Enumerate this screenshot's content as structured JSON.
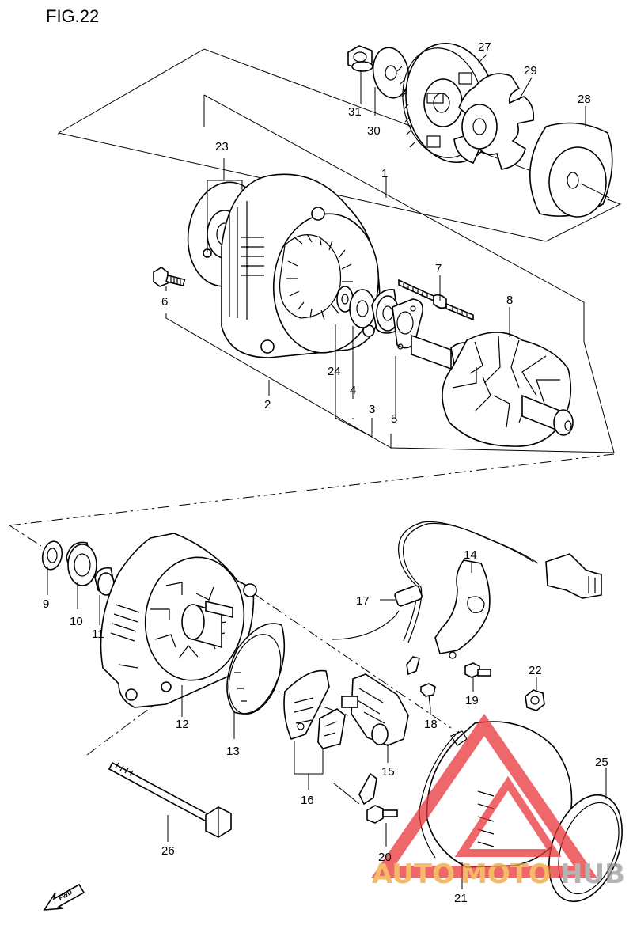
{
  "figure": {
    "title": "FIG.22"
  },
  "callouts": [
    {
      "id": "c1",
      "text": "1"
    },
    {
      "id": "c2",
      "text": "2"
    },
    {
      "id": "c3",
      "text": "3"
    },
    {
      "id": "c4",
      "text": "4"
    },
    {
      "id": "c5",
      "text": "5"
    },
    {
      "id": "c6",
      "text": "6"
    },
    {
      "id": "c7",
      "text": "7"
    },
    {
      "id": "c8",
      "text": "8"
    },
    {
      "id": "c9",
      "text": "9"
    },
    {
      "id": "c10",
      "text": "10"
    },
    {
      "id": "c11",
      "text": "11"
    },
    {
      "id": "c12",
      "text": "12"
    },
    {
      "id": "c13",
      "text": "13"
    },
    {
      "id": "c14",
      "text": "14"
    },
    {
      "id": "c15",
      "text": "15"
    },
    {
      "id": "c16",
      "text": "16"
    },
    {
      "id": "c17",
      "text": "17"
    },
    {
      "id": "c18",
      "text": "18"
    },
    {
      "id": "c19",
      "text": "19"
    },
    {
      "id": "c20",
      "text": "20"
    },
    {
      "id": "c21",
      "text": "21"
    },
    {
      "id": "c22",
      "text": "22"
    },
    {
      "id": "c23",
      "text": "23"
    },
    {
      "id": "c24",
      "text": "24"
    },
    {
      "id": "c25",
      "text": "25"
    },
    {
      "id": "c26",
      "text": "26"
    },
    {
      "id": "c27",
      "text": "27"
    },
    {
      "id": "c28",
      "text": "28"
    },
    {
      "id": "c29",
      "text": "29"
    },
    {
      "id": "c30",
      "text": "30"
    },
    {
      "id": "c31",
      "text": "31"
    }
  ],
  "fwd_arrow": {
    "text": "FWD"
  },
  "watermark": {
    "text_a": "AUTO",
    "text_b": "MOTO",
    "text_c": "HUB",
    "logo_color": "#e8353a",
    "text_color_a": "#f2a436",
    "text_color_b": "#9c9c9c"
  }
}
